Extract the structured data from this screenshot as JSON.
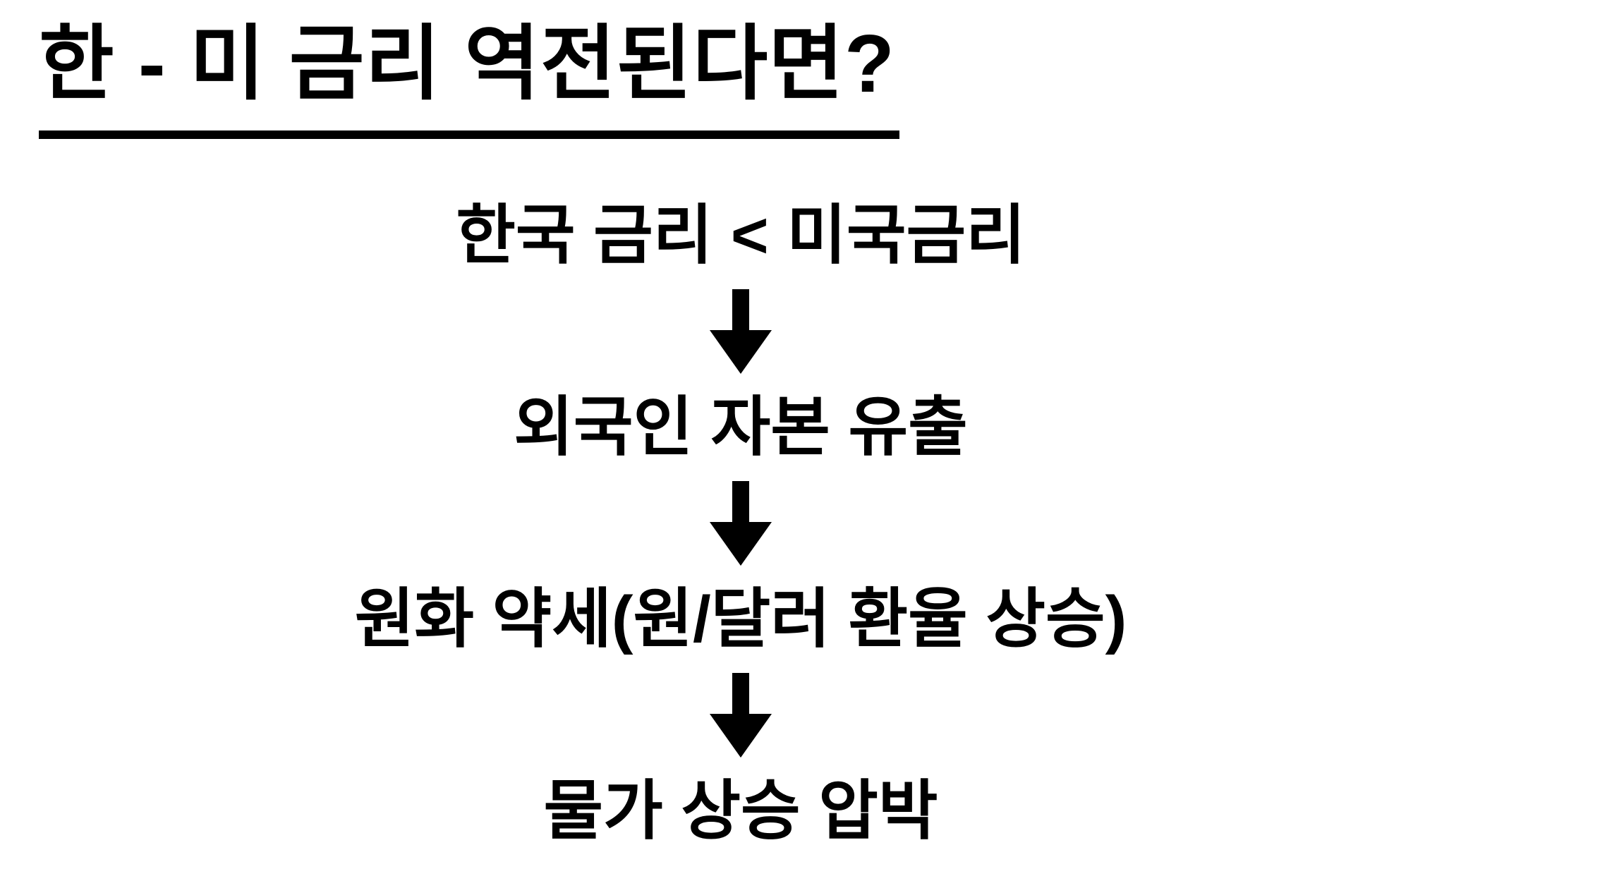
{
  "title": "한 - 미 금리 역전된다면?",
  "flow": {
    "steps": [
      {
        "label": "한국 금리 < 미국금리"
      },
      {
        "label": "외국인 자본 유출"
      },
      {
        "label": "원화 약세(원/달러 환율 상승)"
      },
      {
        "label": "물가 상승 압박"
      }
    ],
    "connector_icon": "down-arrow"
  },
  "colors": {
    "text": "#000000",
    "background": "#ffffff"
  }
}
